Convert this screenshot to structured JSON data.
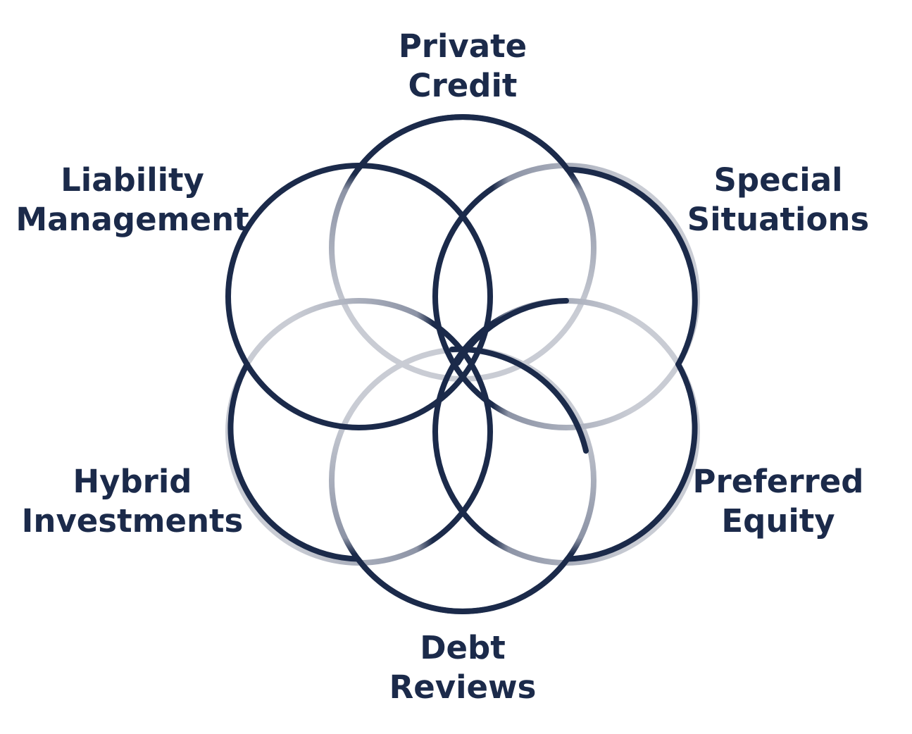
{
  "colors": {
    "ink": "#1b2a4a",
    "fade_mid": "#8d94a6",
    "fade_light": "#c9ccd4",
    "background": "#ffffff"
  },
  "labels": {
    "private_credit": {
      "line1": "Private",
      "line2": "Credit"
    },
    "liability_management": {
      "line1": "Liability",
      "line2": "Management"
    },
    "special_situations": {
      "line1": "Special",
      "line2": "Situations"
    },
    "hybrid_investments": {
      "line1": "Hybrid",
      "line2": "Investments"
    },
    "preferred_equity": {
      "line1": "Preferred",
      "line2": "Equity"
    },
    "debt_reviews": {
      "line1": "Debt",
      "line2": "Reviews"
    }
  }
}
